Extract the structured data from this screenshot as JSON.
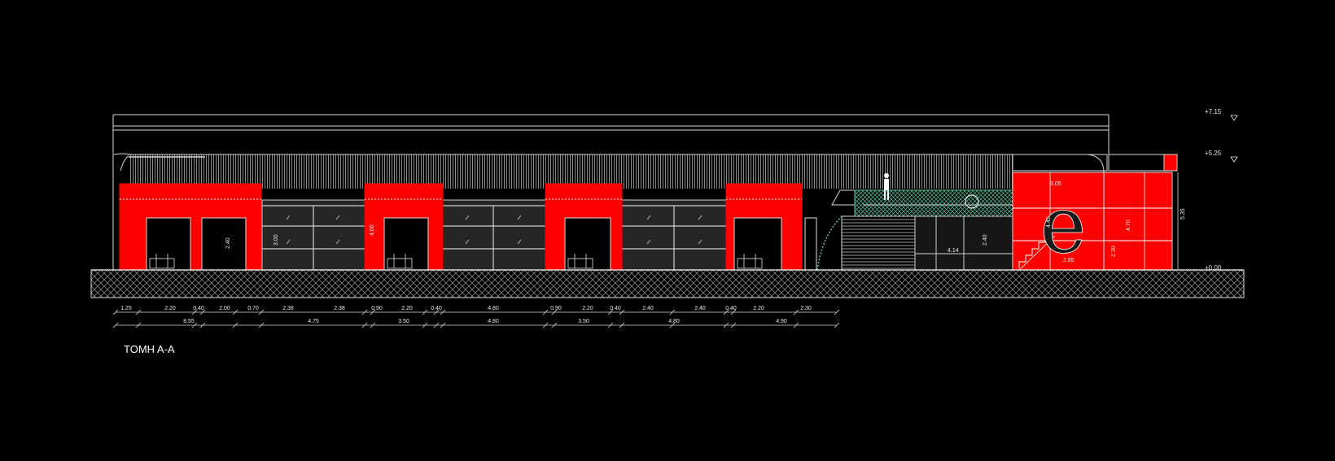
{
  "drawing": {
    "title": "ΤΟΜΗ Α-Α",
    "levels": [
      "+7.15",
      "+5.25",
      "+0.00"
    ],
    "dim_row1": [
      "1.25",
      "2.20",
      "0.40",
      "2.00",
      "0.70",
      "2.38",
      "2.38",
      "0.90",
      "2.20",
      "0.40",
      "4.80",
      "0.90",
      "2.20",
      "0.40",
      "2.40",
      "2.40",
      "0.40",
      "2.20",
      "2.30"
    ],
    "dim_row2": [
      "8.55",
      "4.75",
      "3.50",
      "4.80",
      "3.50",
      "4.80",
      "4.90"
    ],
    "inner_dims": {
      "door_h": "2.40",
      "glass_h": "3.00",
      "pier_h": "4.00",
      "mid_w": "4.14",
      "mid_h": "2.40",
      "sign_w": "3.05",
      "sign_h": "4.45",
      "stair_w": "2.85",
      "right_h1": "2.30",
      "right_h2": "4.70",
      "total_h": "5.35"
    },
    "colors": {
      "background": "#000000",
      "red": "#ff0000",
      "line": "#d8d8d8",
      "green": "#59c7a0"
    },
    "icons": [
      "human-figure-icon",
      "logo-e-icon",
      "level-marker-icon"
    ]
  }
}
